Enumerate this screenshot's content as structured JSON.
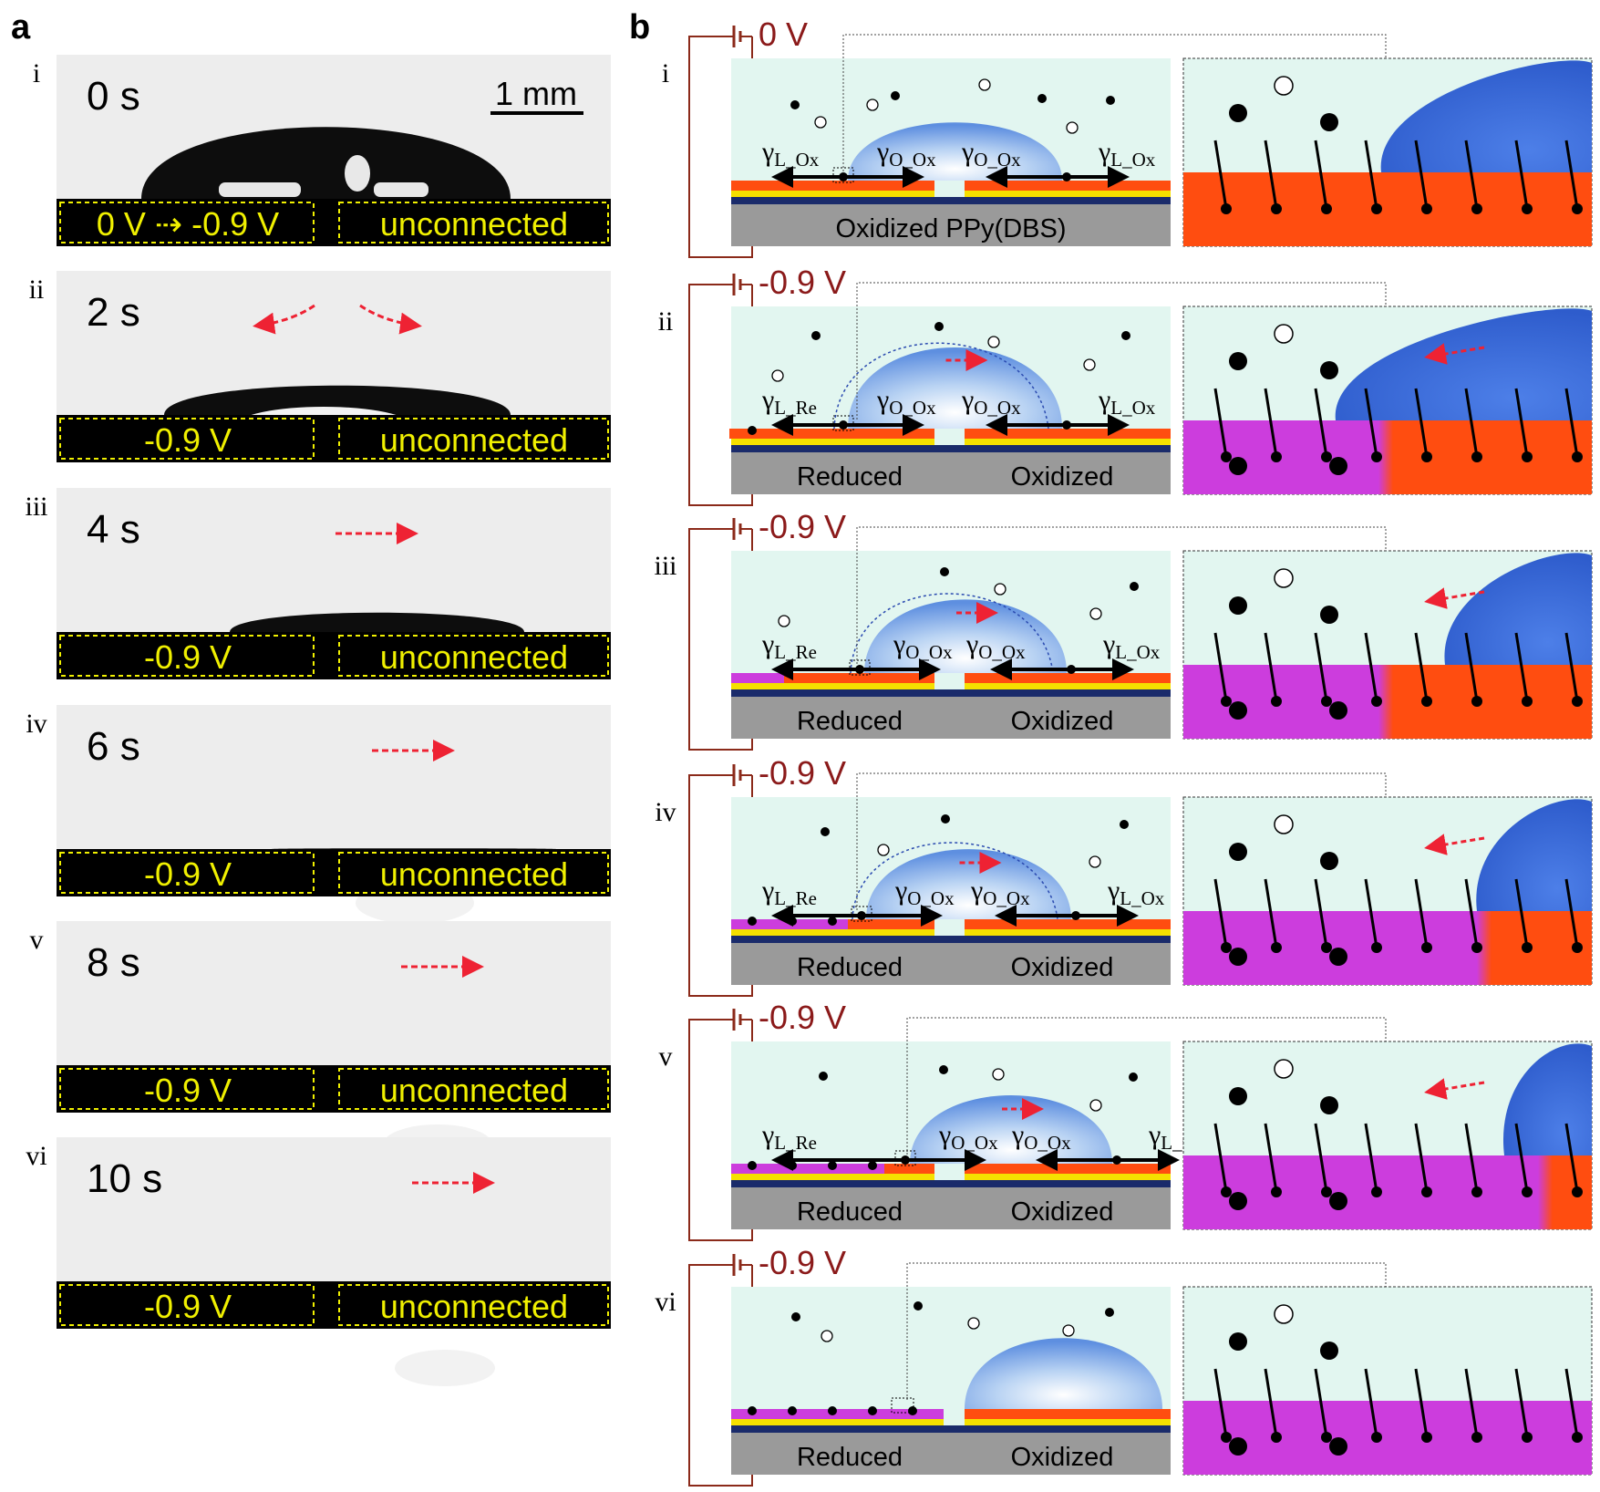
{
  "panel_a": {
    "label": "a",
    "scale_bar": "1 mm",
    "unconnected_label": "unconnected",
    "frames": [
      {
        "roman": "i",
        "time": "0 s",
        "left_label": "0 V ⇢ -0.9 V"
      },
      {
        "roman": "ii",
        "time": "2 s",
        "left_label": "-0.9 V"
      },
      {
        "roman": "iii",
        "time": "4 s",
        "left_label": "-0.9 V"
      },
      {
        "roman": "iv",
        "time": "6 s",
        "left_label": "-0.9 V"
      },
      {
        "roman": "v",
        "time": "8 s",
        "left_label": "-0.9 V"
      },
      {
        "roman": "vi",
        "time": "10 s",
        "left_label": "-0.9 V"
      }
    ]
  },
  "panel_b": {
    "label": "b",
    "rows": [
      {
        "roman": "i",
        "voltage": "0 V",
        "gamma_left": "γL_Ox",
        "gamma_o1": "γO_Ox",
        "gamma_o2": "γO_Ox",
        "gamma_right": "γL_Ox",
        "layer_single": "Oxidized PPy(DBS)"
      },
      {
        "roman": "ii",
        "voltage": "-0.9 V",
        "gamma_left": "γL_Re",
        "gamma_o1": "γO_Ox",
        "gamma_o2": "γO_Ox",
        "gamma_right": "γL_Ox",
        "layer_left": "Reduced",
        "layer_right": "Oxidized"
      },
      {
        "roman": "iii",
        "voltage": "-0.9 V",
        "gamma_left": "γL_Re",
        "gamma_o1": "γO_Ox",
        "gamma_o2": "γO_Ox",
        "gamma_right": "γL_Ox",
        "layer_left": "Reduced",
        "layer_right": "Oxidized"
      },
      {
        "roman": "iv",
        "voltage": "-0.9 V",
        "gamma_left": "γL_Re",
        "gamma_o1": "γO_Ox",
        "gamma_o2": "γO_Ox",
        "gamma_right": "γL_Ox",
        "layer_left": "Reduced",
        "layer_right": "Oxidized"
      },
      {
        "roman": "v",
        "voltage": "-0.9 V",
        "gamma_left": "γL_Re",
        "gamma_o1": "γO_Ox",
        "gamma_o2": "γO_Ox",
        "gamma_right": "γL_Ox",
        "layer_left": "Reduced",
        "layer_right": "Oxidized"
      },
      {
        "roman": "vi",
        "voltage": "-0.9 V",
        "layer_left": "Reduced",
        "layer_right": "Oxidized"
      }
    ]
  },
  "colors": {
    "voltage_text": "#8b1a1a",
    "label_yellow": "#f0f000",
    "oxidized": "#ff4d10",
    "reduced": "#cc3ddd",
    "water": "#e2f6f0",
    "oil_drop": "#3f6ee6",
    "substrate": "#9a9a9a"
  }
}
